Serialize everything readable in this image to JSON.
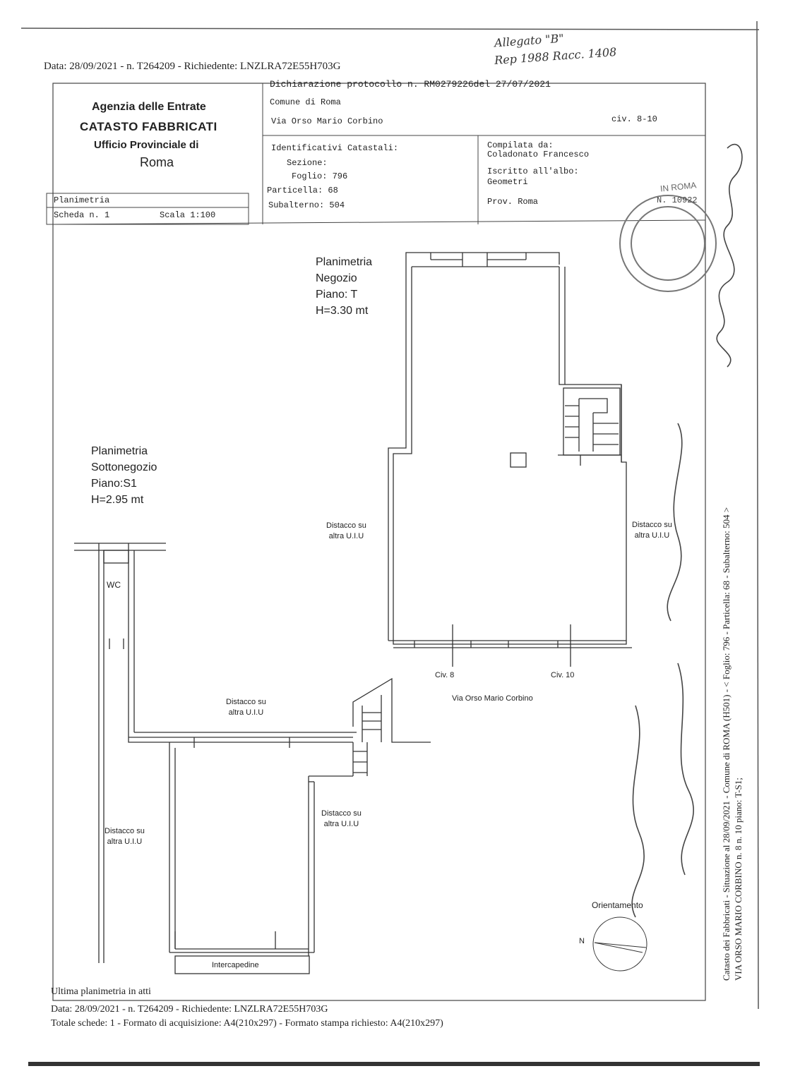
{
  "top_header": {
    "text": "Data: 28/09/2021 - n. T264209 - Richiedente: LNZLRA72E55H703G"
  },
  "handwritten_top_right": {
    "line1": "Allegato \"B\"",
    "line2": "Rep 1988 Racc. 1408"
  },
  "agency": {
    "line1": "Agenzia delle Entrate",
    "line2": "CATASTO FABBRICATI",
    "line3": "Ufficio Provinciale di",
    "line4": "Roma"
  },
  "declaration": {
    "protocol": "Dichiarazione protocollo n. RM0279226del  27/07/2021",
    "comune": "Comune di Roma",
    "address": "Via Orso Mario Corbino",
    "civ": "civ. 8-10"
  },
  "cadastral_ids": {
    "title": "Identificativi Catastali:",
    "sezione": "Sezione:",
    "foglio": "Foglio: 796",
    "particella": "Particella: 68",
    "subalterno": "Subalterno: 504"
  },
  "compiled": {
    "label": "Compilata da:",
    "name": "Coladonato Francesco",
    "albo": "Iscritto all'albo:",
    "albo_value": "Geometri",
    "prov": "Prov. Roma",
    "number": "N. 10922"
  },
  "plan_box": {
    "label": "Planimetria",
    "scheda": "Scheda n. 1",
    "scala": "Scala 1:100"
  },
  "plan": {
    "negozio": [
      "Planimetria",
      "Negozio",
      "Piano: T",
      "H=3.30 mt"
    ],
    "sottonegozio": [
      "Planimetria",
      "Sottonegozio",
      "Piano:S1",
      "H=2.95 mt"
    ],
    "wc": "WC",
    "distacco_a": [
      "Distacco su",
      "altra U.I.U"
    ],
    "distacco_b": [
      "Distacco su",
      "altra U.I.U"
    ],
    "distacco_c": [
      "Distacco su",
      "altra U.I.U"
    ],
    "distacco_d": [
      "Distacco su",
      "altra U.I.U"
    ],
    "distacco_e": [
      "Distacco su",
      "altra U.I.U"
    ],
    "civ8": "Civ. 8",
    "civ10": "Civ. 10",
    "street": "Via Orso Mario Corbino",
    "intercapedine": "Intercapedine",
    "orientamento": "Orientamento",
    "north": "N"
  },
  "side_text": {
    "line1": "Catasto dei Fabbricati - Situazione al 28/09/2021 - Comune di ROMA (H501) - < Foglio: 796 - Particella: 68 - Subalterno: 504 >",
    "line2": "VIA ORSO MARIO CORBINO n. 8 n. 10 piano: T-S1;"
  },
  "footer": {
    "line1": "Ultima planimetria in atti",
    "line2": "Data: 28/09/2021 - n. T264209 - Richiedente: LNZLRA72E55H703G",
    "line3": "Totale schede: 1 - Formato di acquisizione: A4(210x297)  - Formato stampa richiesto: A4(210x297)"
  },
  "stamp_text": "IN ROMA"
}
